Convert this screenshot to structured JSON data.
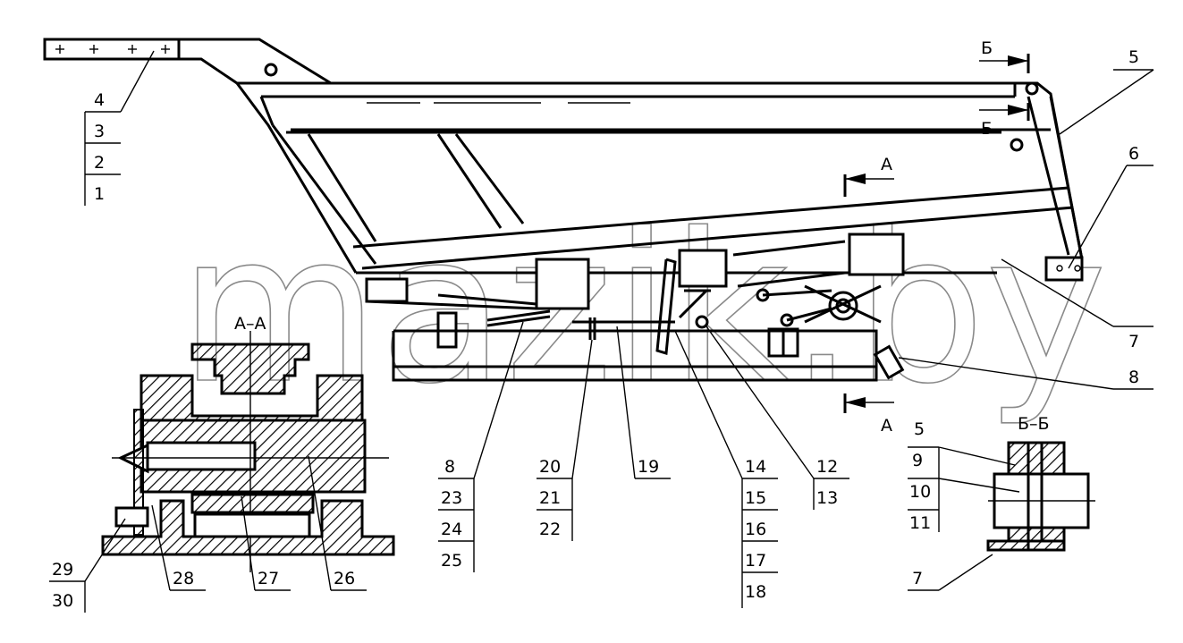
{
  "watermark": "mazik.by",
  "section_labels": {
    "a_a_title": "А–А",
    "b_b_title": "Б–Б",
    "a_top": "А",
    "a_bottom": "А",
    "b_top": "Б",
    "b_bottom": "Б"
  },
  "callouts": {
    "c1": "1",
    "c2": "2",
    "c3": "3",
    "c4": "4",
    "c5": "5",
    "c6": "6",
    "c7": "7",
    "c8": "8",
    "c5b": "5",
    "c7b": "7",
    "c8b": "8",
    "c9": "9",
    "c10": "10",
    "c11": "11",
    "c12": "12",
    "c13": "13",
    "c14": "14",
    "c15": "15",
    "c16": "16",
    "c17": "17",
    "c18": "18",
    "c19": "19",
    "c20": "20",
    "c21": "21",
    "c22": "22",
    "c23": "23",
    "c24": "24",
    "c25": "25",
    "c26": "26",
    "c27": "27",
    "c28": "28",
    "c29": "29",
    "c30": "30"
  },
  "colors": {
    "ink": "#000000",
    "watermark": "#8a8a8a",
    "paper": "#ffffff"
  }
}
